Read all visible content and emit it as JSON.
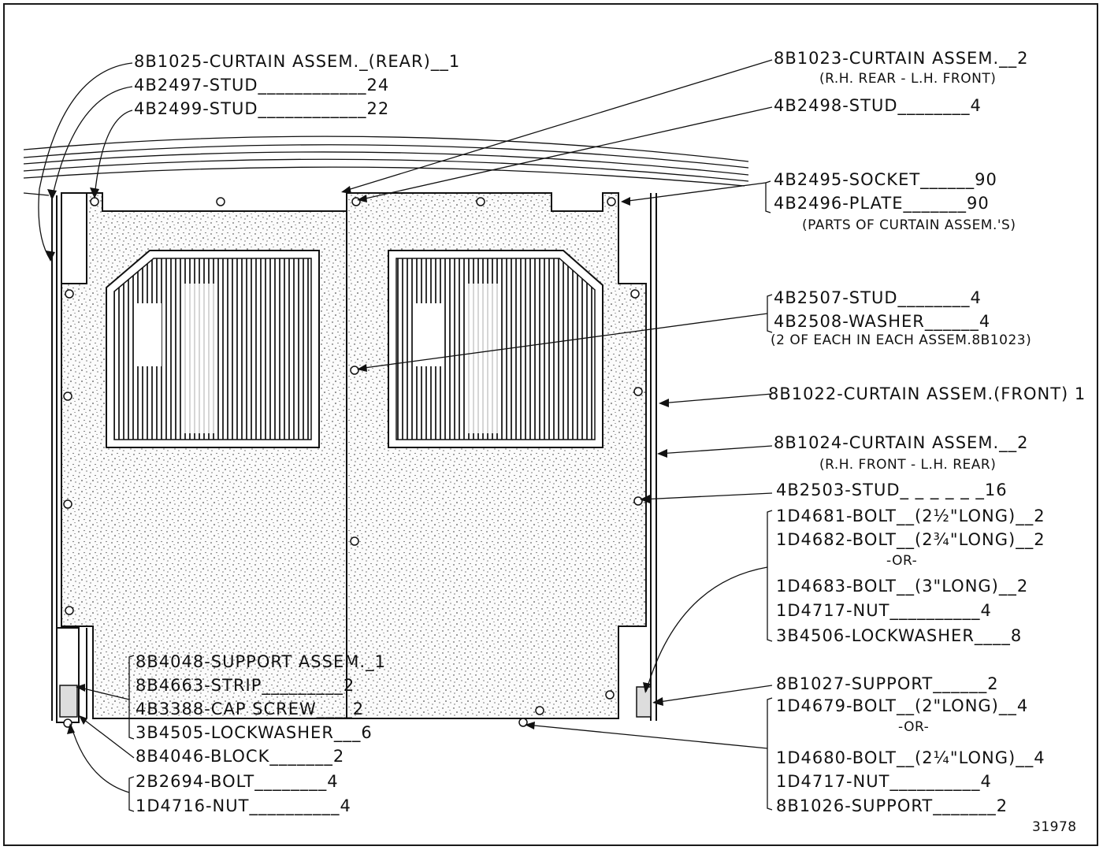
{
  "drawing_number": "31978",
  "callouts": {
    "rear_curtain": "8B1025-CURTAIN ASSEM._(REAR)__1",
    "stud_4b2497": "4B2497-STUD____________24",
    "stud_4b2499": "4B2499-STUD____________22",
    "curtain_8b1023": "8B1023-CURTAIN ASSEM.__2",
    "curtain_8b1023_note": "(R.H. REAR - L.H. FRONT)",
    "stud_4b2498": "4B2498-STUD________4",
    "socket_4b2495": "4B2495-SOCKET______90",
    "plate_4b2496": "4B2496-PLATE_______90",
    "parts_note": "(PARTS OF CURTAIN ASSEM.'S)",
    "stud_4b2507": "4B2507-STUD________4",
    "washer_4b2508": "4B2508-WASHER______4",
    "each_note": "(2 OF EACH IN EACH ASSEM.8B1023)",
    "front_curtain": "8B1022-CURTAIN ASSEM.(FRONT) 1",
    "curtain_8b1024": "8B1024-CURTAIN ASSEM.__2",
    "curtain_8b1024_note": "(R.H. FRONT - L.H. REAR)",
    "stud_4b2503": "4B2503-STUD_ _ _ _ _ _16",
    "bolt_1d4681": "1D4681-BOLT__(2½\"LONG)__2",
    "bolt_1d4682": "1D4682-BOLT__(2¾\"LONG)__2",
    "or_1": "-OR-",
    "bolt_1d4683": "1D4683-BOLT__(3\"LONG)__2",
    "nut_1d4717_a": "1D4717-NUT__________4",
    "lockwasher_3b4506": "3B4506-LOCKWASHER____8",
    "support_8b1027": "8B1027-SUPPORT______2",
    "bolt_1d4679": "1D4679-BOLT__(2\"LONG)__4",
    "or_2": "-OR-",
    "bolt_1d4680": "1D4680-BOLT__(2¼\"LONG)__4",
    "nut_1d4717_b": "1D4717-NUT__________4",
    "support_8b1026": "8B1026-SUPPORT_______2",
    "support_8b4048": "8B4048-SUPPORT ASSEM._1",
    "strip_8b4663": "8B4663-STRIP_________2",
    "capscrew_4b3388": "4B3388-CAP SCREW____2",
    "lockwasher_3b4505": "3B4505-LOCKWASHER___6",
    "block_8b4046": "8B4046-BLOCK_______2",
    "bolt_2b2694": "2B2694-BOLT________4",
    "nut_1d4716": "1D4716-NUT__________4"
  }
}
